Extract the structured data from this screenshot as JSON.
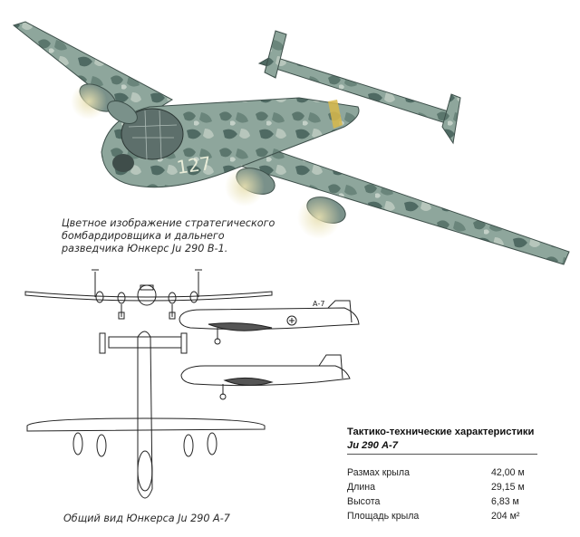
{
  "caption_top": "Цветное изображение стратегического бомбардировщика и дальнего разведчика Юнкерс Ju 290 В-1.",
  "caption_bottom": "Общий вид Юнкерса Ju 290 А-7",
  "plane_number": "127",
  "side_marking": "А-7",
  "specs": {
    "title": "Тактико-технические характеристики",
    "model": "Ju 290 А-7",
    "rows": [
      {
        "label": "Размах крыла",
        "value": "42,00 м"
      },
      {
        "label": "Длина",
        "value": "29,15 м"
      },
      {
        "label": "Высота",
        "value": "6,83 м"
      },
      {
        "label": "Площадь крыла",
        "value": "204 м²"
      }
    ]
  },
  "colors": {
    "camo_base": "#8aa39a",
    "camo_dark": "#4f6a63",
    "camo_light": "#b9c8bf",
    "yellow_band": "#d8b84a",
    "line_art": "#222222"
  }
}
